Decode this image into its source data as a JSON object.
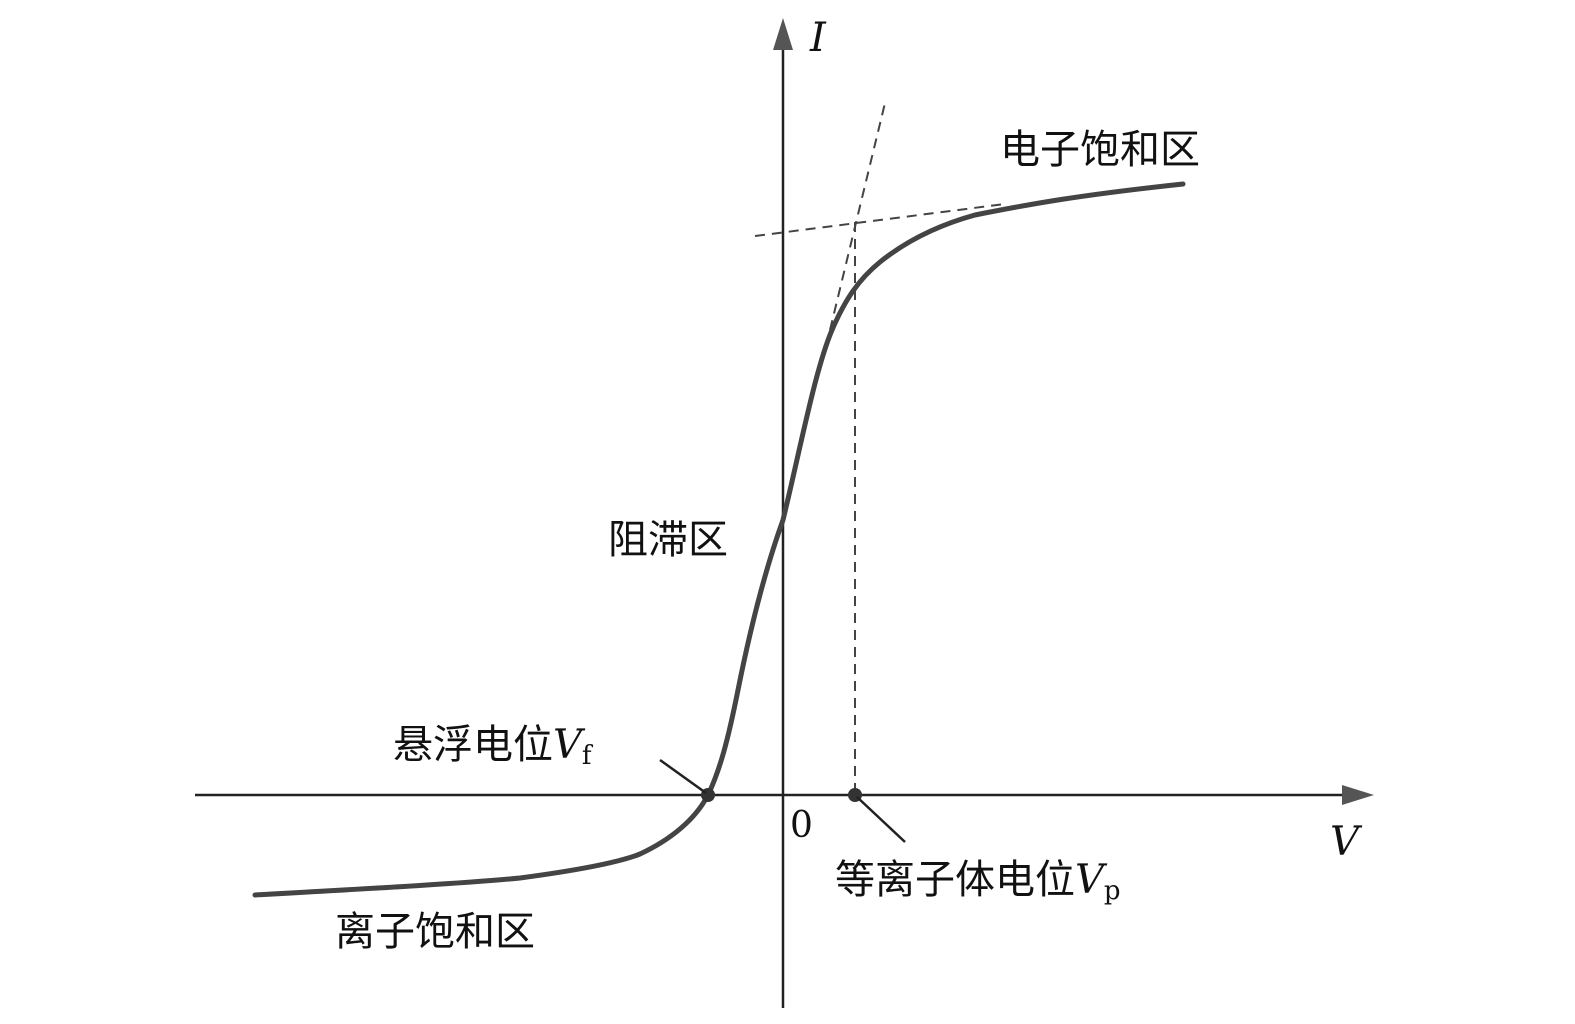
{
  "axes": {
    "y_label": "I",
    "x_label": "V",
    "origin_label": "0"
  },
  "regions": {
    "electron_saturation": "电子饱和区",
    "retarding": "阻滞区",
    "ion_saturation": "离子饱和区"
  },
  "points": {
    "floating_potential": {
      "label": "悬浮电位",
      "symbol": "V",
      "subscript": "f"
    },
    "plasma_potential": {
      "label": "等离子体电位",
      "symbol": "V",
      "subscript": "p"
    }
  },
  "colors": {
    "curve": "#444444",
    "axis": "#222222"
  }
}
